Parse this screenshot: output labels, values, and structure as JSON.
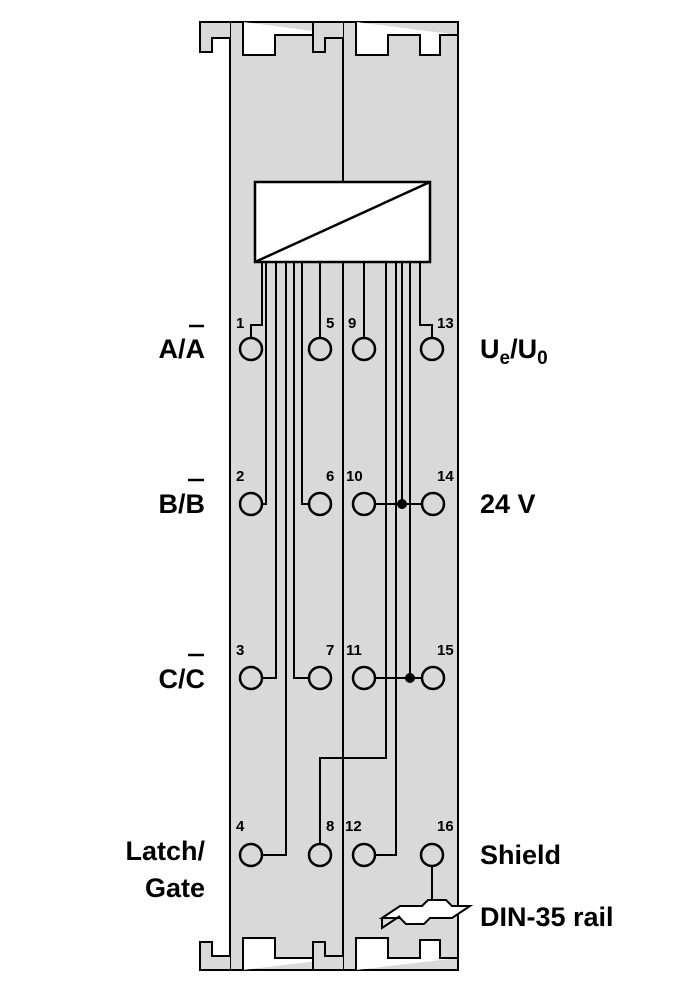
{
  "terminal_labels": {
    "t1": "1",
    "t2": "2",
    "t3": "3",
    "t4": "4",
    "t5": "5",
    "t6": "6",
    "t7": "7",
    "t8": "8",
    "t9": "9",
    "t10": "10",
    "t11": "11",
    "t12": "12",
    "t13": "13",
    "t14": "14",
    "t15": "15",
    "t16": "16"
  },
  "left_labels": {
    "row1": "A/A",
    "row2": "B/B",
    "row3": "C/C",
    "row4_line1": "Latch/",
    "row4_line2": "Gate"
  },
  "right_labels": {
    "row1_main": "U",
    "row1_sub1": "e",
    "row1_sep": "/U",
    "row1_sub2": "0",
    "row2": "24 V",
    "row4": "Shield",
    "rail": "DIN-35 rail"
  },
  "colors": {
    "housing": "#d9d9d9",
    "line": "#000000"
  },
  "icons": {
    "isolator": "galvanic-isolator-icon",
    "rail": "din-rail-icon"
  }
}
